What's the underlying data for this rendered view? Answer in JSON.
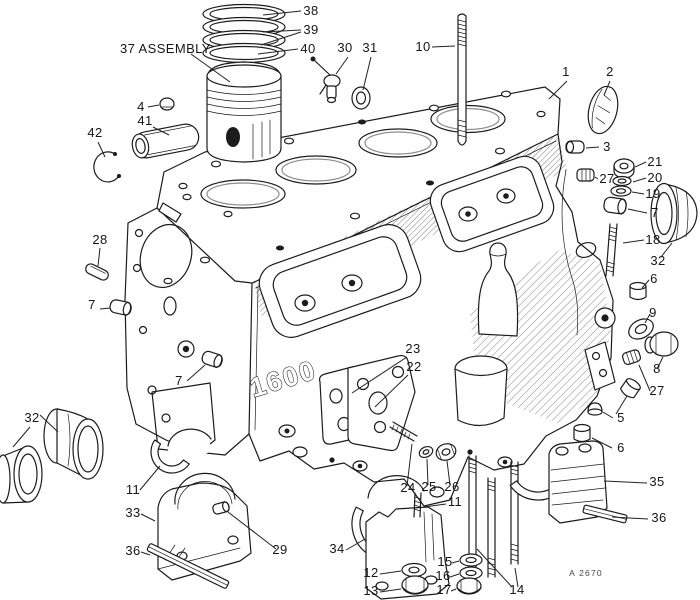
{
  "diagram": {
    "paper_color": "#ffffff",
    "ink_color": "#1c1c1c",
    "cast_text": "1600",
    "drawing_number": "A 2670",
    "callouts": [
      {
        "text": "38"
      },
      {
        "text": "39"
      },
      {
        "text": "40"
      },
      {
        "text": "37 ASSEMBLY"
      },
      {
        "text": "30"
      },
      {
        "text": "31"
      },
      {
        "text": "10"
      },
      {
        "text": "1"
      },
      {
        "text": "2"
      },
      {
        "text": "4"
      },
      {
        "text": "41"
      },
      {
        "text": "42"
      },
      {
        "text": "3"
      },
      {
        "text": "21"
      },
      {
        "text": "27"
      },
      {
        "text": "20"
      },
      {
        "text": "19"
      },
      {
        "text": "7"
      },
      {
        "text": "18"
      },
      {
        "text": "32"
      },
      {
        "text": "6"
      },
      {
        "text": "28"
      },
      {
        "text": "7"
      },
      {
        "text": "9"
      },
      {
        "text": "8"
      },
      {
        "text": "27"
      },
      {
        "text": "5"
      },
      {
        "text": "6"
      },
      {
        "text": "7"
      },
      {
        "text": "32"
      },
      {
        "text": "23"
      },
      {
        "text": "22"
      },
      {
        "text": "24"
      },
      {
        "text": "25"
      },
      {
        "text": "26"
      },
      {
        "text": "11"
      },
      {
        "text": "34"
      },
      {
        "text": "12"
      },
      {
        "text": "13"
      },
      {
        "text": "15"
      },
      {
        "text": "16"
      },
      {
        "text": "17"
      },
      {
        "text": "14"
      },
      {
        "text": "35"
      },
      {
        "text": "36"
      },
      {
        "text": "11"
      },
      {
        "text": "33"
      },
      {
        "text": "36"
      },
      {
        "text": "29"
      }
    ]
  }
}
